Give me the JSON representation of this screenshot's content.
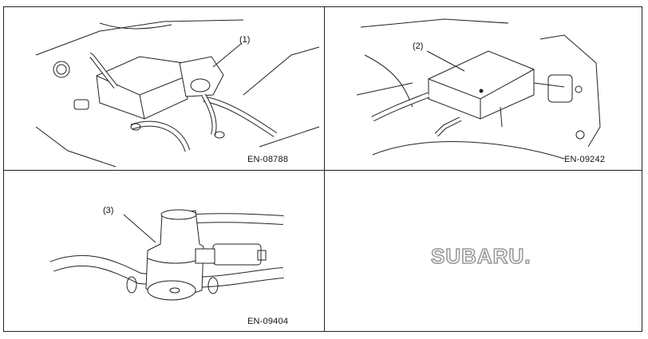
{
  "figures": [
    {
      "callout": "(1)",
      "code": "EN-08788"
    },
    {
      "callout": "(2)",
      "code": "EN-09242"
    },
    {
      "callout": "(3)",
      "code": "EN-09404"
    }
  ],
  "logo": {
    "text": "SUBARU."
  }
}
